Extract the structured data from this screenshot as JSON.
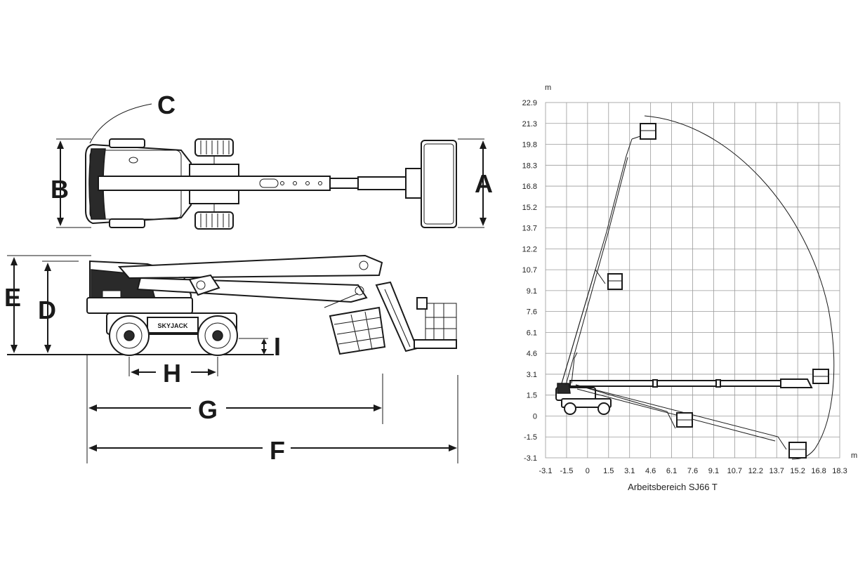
{
  "dimensions": {
    "A": "A",
    "B": "B",
    "C": "C",
    "D": "D",
    "E": "E",
    "F": "F",
    "G": "G",
    "H": "H",
    "I": "I"
  },
  "machine_brand": "SKYJACK",
  "envelope": {
    "y_unit": "m",
    "x_unit": "m",
    "y_ticks": [
      "22.9",
      "21.3",
      "19.8",
      "18.3",
      "16.8",
      "15.2",
      "13.7",
      "12.2",
      "10.7",
      "9.1",
      "7.6",
      "6.1",
      "4.6",
      "3.1",
      "1.5",
      "0",
      "-1.5",
      "-3.1"
    ],
    "x_ticks": [
      "-3.1",
      "-1.5",
      "0",
      "1.5",
      "3.1",
      "4.6",
      "6.1",
      "7.6",
      "9.1",
      "10.7",
      "12.2",
      "13.7",
      "15.2",
      "16.8",
      "18.3"
    ],
    "caption": "Arbeitsbereich SJ66 T"
  }
}
